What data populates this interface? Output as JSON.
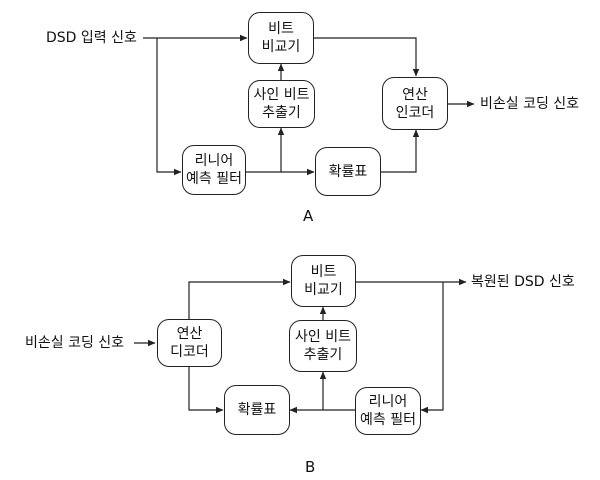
{
  "diagram_a": {
    "caption": "A",
    "input_label": "DSD 입력 신호",
    "output_label": "비손실 코딩 신호",
    "bit_compare": [
      "비트",
      "비교기"
    ],
    "sign_bit": [
      "사인 비트",
      "추출기"
    ],
    "arith_encoder": [
      "연산",
      "인코더"
    ],
    "linear_pred": [
      "리니어",
      "예측 필터"
    ],
    "prob_table": "확률표"
  },
  "diagram_b": {
    "caption": "B",
    "input_label": "비손실 코딩 신호",
    "output_label": "복원된 DSD 신호",
    "bit_compare": [
      "비트",
      "비교기"
    ],
    "arith_decoder": [
      "연산",
      "디코더"
    ],
    "sign_bit": [
      "사인 비트",
      "추출기"
    ],
    "prob_table": "확률표",
    "linear_pred": [
      "리니어",
      "예측 필터"
    ]
  }
}
